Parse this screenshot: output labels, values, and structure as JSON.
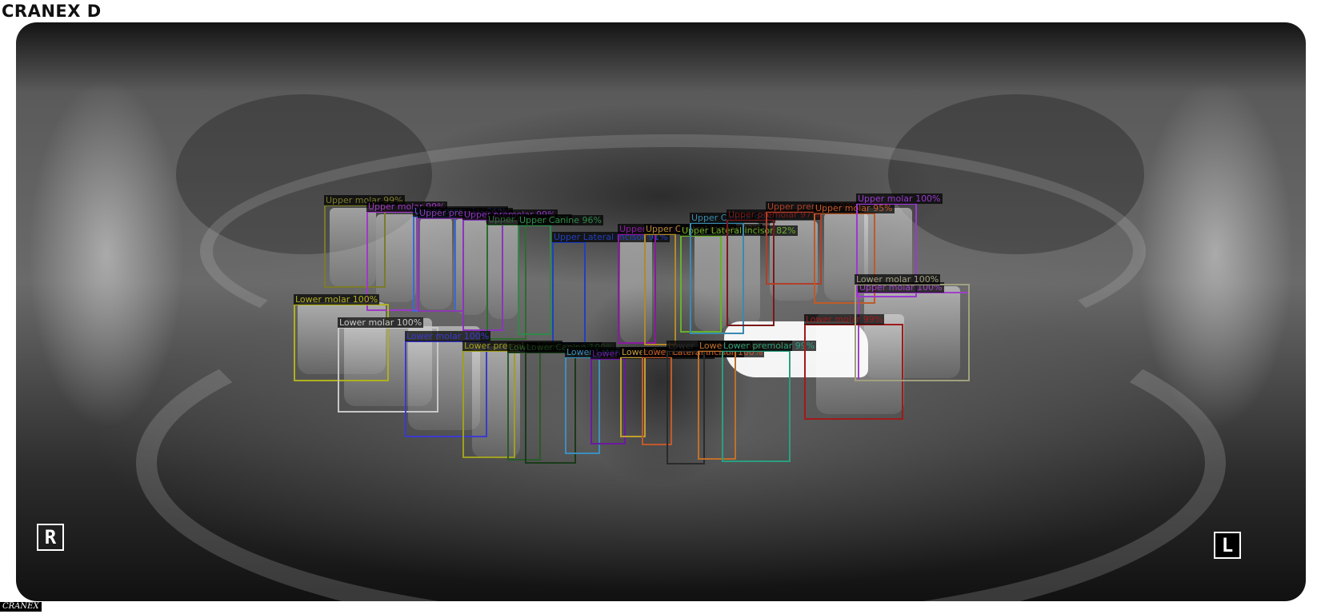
{
  "header": {
    "brand": "CRANEX D"
  },
  "footer": {
    "brand": "CRANEX"
  },
  "side_markers": {
    "right": "R",
    "left": "L"
  },
  "detections": [
    {
      "label": "Upper molar 99%",
      "color": "#7b7b2a"
    },
    {
      "label": "Upper molar 99%",
      "color": "#a038c8"
    },
    {
      "label": "Upper premolar 96%",
      "color": "#3a6ad8"
    },
    {
      "label": "Upper premolar 97%",
      "color": "#8a3ab0"
    },
    {
      "label": "Upper premolar 99%",
      "color": "#8a35c0"
    },
    {
      "label": "Upper Canine 99%",
      "color": "#2f6b2f"
    },
    {
      "label": "Upper Canine 96%",
      "color": "#2f8a4a"
    },
    {
      "label": "Upper Lateral incisor 91%",
      "color": "#2040c0"
    },
    {
      "label": "Upper Central incisor 98%",
      "color": "#8a1aa0"
    },
    {
      "label": "Upper Central incisor 98%",
      "color": "#b08a2a"
    },
    {
      "label": "Upper Lateral incisor 82%",
      "color": "#6ab02a"
    },
    {
      "label": "Upper Canine 99%",
      "color": "#3a8ab0"
    },
    {
      "label": "Upper premolar 97%",
      "color": "#7a1a1a"
    },
    {
      "label": "Upper premolar 99%",
      "color": "#b0402a"
    },
    {
      "label": "Upper molar 95%",
      "color": "#c05a2a"
    },
    {
      "label": "Upper molar 100%",
      "color": "#9a3ad0"
    },
    {
      "label": "Upper molar 100%",
      "color": "#a040c8"
    },
    {
      "label": "Lower molar 100%",
      "color": "#b0b020"
    },
    {
      "label": "Lower molar 100%",
      "color": "#c8c8c8"
    },
    {
      "label": "Lower molar 100%",
      "color": "#3a3ad0"
    },
    {
      "label": "Lower premolar 100%",
      "color": "#a0a020"
    },
    {
      "label": "Lower premolar 98%",
      "color": "#2a5a2a"
    },
    {
      "label": "Lower Canine 100%",
      "color": "#1a3a1a"
    },
    {
      "label": "Lower Lateral incisor 100%",
      "color": "#3a90c0"
    },
    {
      "label": "Lower Central incisor 100%",
      "color": "#6a1aa0"
    },
    {
      "label": "Lower Central incisor 100%",
      "color": "#c0a030"
    },
    {
      "label": "Lower Lateral incisor 100%",
      "color": "#c05a2a"
    },
    {
      "label": "Lower Canine 96%",
      "color": "#2a2a2a"
    },
    {
      "label": "Lower premolar 95%",
      "color": "#c0702a"
    },
    {
      "label": "Lower premolar 99%",
      "color": "#2aa080"
    },
    {
      "label": "Lower molar 99%",
      "color": "#a01a1a"
    },
    {
      "label": "Lower molar 100%",
      "color": "#a0a080"
    }
  ]
}
